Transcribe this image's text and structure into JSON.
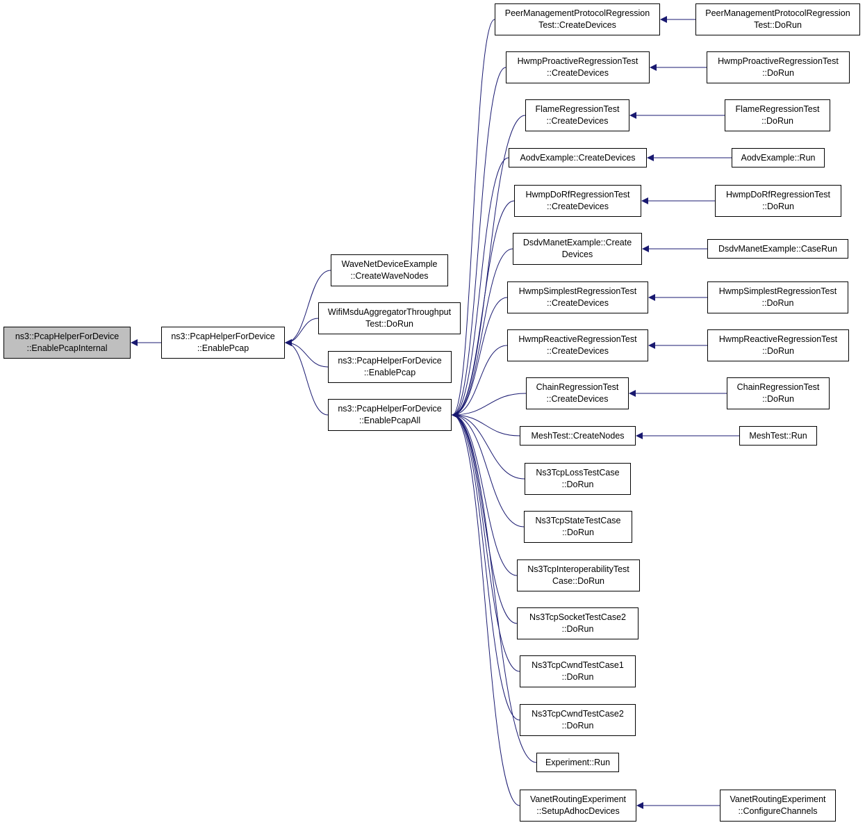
{
  "colors": {
    "edge": "#191970",
    "root_fill": "#bfbfbf",
    "node_fill": "#ffffff",
    "node_border": "#000000"
  },
  "nodes": {
    "root": {
      "lines": [
        "ns3::PcapHelperForDevice",
        "::EnablePcapInternal"
      ]
    },
    "ep": {
      "lines": [
        "ns3::PcapHelperForDevice",
        "::EnablePcap"
      ]
    },
    "wave": {
      "lines": [
        "WaveNetDeviceExample",
        "::CreateWaveNodes"
      ]
    },
    "wifi": {
      "lines": [
        "WifiMsduAggregatorThroughput",
        "Test::DoRun"
      ]
    },
    "ep2": {
      "lines": [
        "ns3::PcapHelperForDevice",
        "::EnablePcap"
      ]
    },
    "epa": {
      "lines": [
        "ns3::PcapHelperForDevice",
        "::EnablePcapAll"
      ]
    },
    "pmp": {
      "lines": [
        "PeerManagementProtocolRegression",
        "Test::CreateDevices"
      ]
    },
    "hpro": {
      "lines": [
        "HwmpProactiveRegressionTest",
        "::CreateDevices"
      ]
    },
    "flame": {
      "lines": [
        "FlameRegressionTest",
        "::CreateDevices"
      ]
    },
    "aodv": {
      "lines": [
        "AodvExample::CreateDevices"
      ]
    },
    "hdorf": {
      "lines": [
        "HwmpDoRfRegressionTest",
        "::CreateDevices"
      ]
    },
    "dsdv": {
      "lines": [
        "DsdvManetExample::Create",
        "Devices"
      ]
    },
    "hsimp": {
      "lines": [
        "HwmpSimplestRegressionTest",
        "::CreateDevices"
      ]
    },
    "hreact": {
      "lines": [
        "HwmpReactiveRegressionTest",
        "::CreateDevices"
      ]
    },
    "chain": {
      "lines": [
        "ChainRegressionTest",
        "::CreateDevices"
      ]
    },
    "mesh": {
      "lines": [
        "MeshTest::CreateNodes"
      ]
    },
    "loss": {
      "lines": [
        "Ns3TcpLossTestCase",
        "::DoRun"
      ]
    },
    "state": {
      "lines": [
        "Ns3TcpStateTestCase",
        "::DoRun"
      ]
    },
    "interop": {
      "lines": [
        "Ns3TcpInteroperabilityTest",
        "Case::DoRun"
      ]
    },
    "sock2": {
      "lines": [
        "Ns3TcpSocketTestCase2",
        "::DoRun"
      ]
    },
    "cwnd1": {
      "lines": [
        "Ns3TcpCwndTestCase1",
        "::DoRun"
      ]
    },
    "cwnd2": {
      "lines": [
        "Ns3TcpCwndTestCase2",
        "::DoRun"
      ]
    },
    "exp": {
      "lines": [
        "Experiment::Run"
      ]
    },
    "vanet": {
      "lines": [
        "VanetRoutingExperiment",
        "::SetupAdhocDevices"
      ]
    },
    "pmpR": {
      "lines": [
        "PeerManagementProtocolRegression",
        "Test::DoRun"
      ]
    },
    "hproR": {
      "lines": [
        "HwmpProactiveRegressionTest",
        "::DoRun"
      ]
    },
    "flameR": {
      "lines": [
        "FlameRegressionTest",
        "::DoRun"
      ]
    },
    "aodvR": {
      "lines": [
        "AodvExample::Run"
      ]
    },
    "hdorfR": {
      "lines": [
        "HwmpDoRfRegressionTest",
        "::DoRun"
      ]
    },
    "dsdvR": {
      "lines": [
        "DsdvManetExample::CaseRun"
      ]
    },
    "hsimpR": {
      "lines": [
        "HwmpSimplestRegressionTest",
        "::DoRun"
      ]
    },
    "hreactR": {
      "lines": [
        "HwmpReactiveRegressionTest",
        "::DoRun"
      ]
    },
    "chainR": {
      "lines": [
        "ChainRegressionTest",
        "::DoRun"
      ]
    },
    "meshR": {
      "lines": [
        "MeshTest::Run"
      ]
    },
    "vanetR": {
      "lines": [
        "VanetRoutingExperiment",
        "::ConfigureChannels"
      ]
    }
  },
  "edges": [
    [
      "root",
      "ep"
    ],
    [
      "ep",
      "wave"
    ],
    [
      "ep",
      "wifi"
    ],
    [
      "ep",
      "ep2"
    ],
    [
      "ep",
      "epa"
    ],
    [
      "epa",
      "pmp"
    ],
    [
      "epa",
      "hpro"
    ],
    [
      "epa",
      "flame"
    ],
    [
      "epa",
      "aodv"
    ],
    [
      "epa",
      "hdorf"
    ],
    [
      "epa",
      "dsdv"
    ],
    [
      "epa",
      "hsimp"
    ],
    [
      "epa",
      "hreact"
    ],
    [
      "epa",
      "chain"
    ],
    [
      "epa",
      "mesh"
    ],
    [
      "epa",
      "loss"
    ],
    [
      "epa",
      "state"
    ],
    [
      "epa",
      "interop"
    ],
    [
      "epa",
      "sock2"
    ],
    [
      "epa",
      "cwnd1"
    ],
    [
      "epa",
      "cwnd2"
    ],
    [
      "epa",
      "exp"
    ],
    [
      "epa",
      "vanet"
    ],
    [
      "pmp",
      "pmpR"
    ],
    [
      "hpro",
      "hproR"
    ],
    [
      "flame",
      "flameR"
    ],
    [
      "aodv",
      "aodvR"
    ],
    [
      "hdorf",
      "hdorfR"
    ],
    [
      "dsdv",
      "dsdvR"
    ],
    [
      "hsimp",
      "hsimpR"
    ],
    [
      "hreact",
      "hreactR"
    ],
    [
      "chain",
      "chainR"
    ],
    [
      "mesh",
      "meshR"
    ],
    [
      "vanet",
      "vanetR"
    ]
  ]
}
